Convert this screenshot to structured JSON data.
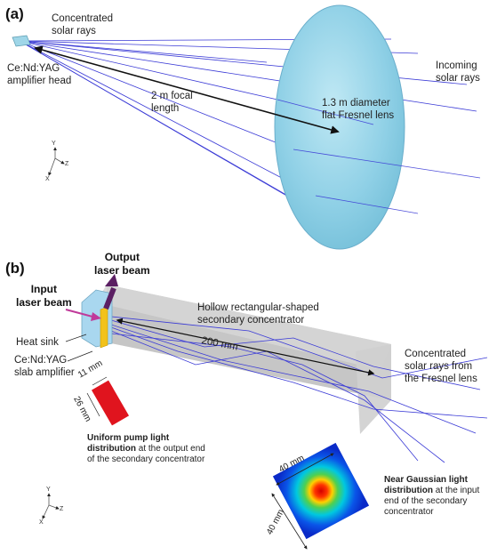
{
  "panel_a": {
    "label": "(a)",
    "concentrated_rays": "Concentrated\nsolar rays",
    "amplifier_head": "Ce:Nd:YAG\namplifier head",
    "focal_length": "2 m focal\nlength",
    "lens": "1.3 m diameter\nflat Fresnel lens",
    "incoming_rays": "Incoming\nsolar rays",
    "axes": {
      "y": "Y",
      "z": "Z",
      "x": "X"
    }
  },
  "panel_b": {
    "label": "(b)",
    "output_beam": "Output\nlaser beam",
    "input_beam": "Input\nlaser beam",
    "secondary_concentrator": "Hollow rectangular-shaped\nsecondary concentrator",
    "heat_sink": "Heat sink",
    "slab_amplifier": "Ce:Nd:YAG\nslab amplifier",
    "length": "200 mm",
    "concentrated_rays": "Concentrated\nsolar rays from\nthe Fresnel lens",
    "dim_width": "11 mm",
    "dim_height": "26 mm",
    "uniform_bold": "Uniform pump light distribution",
    "uniform_rest": " at the output end of the secondary concentrator",
    "gaussian_dim_top": "40 mm",
    "gaussian_dim_side": "40 mm",
    "gaussian_bold": "Near Gaussian light distribution",
    "gaussian_rest": " at the input end of the secondary concentrator",
    "axes": {
      "y": "Y",
      "z": "Z",
      "x": "X"
    }
  },
  "colors": {
    "ray": "#3b3bd6",
    "lens": "#8fd0e6",
    "concentrator": "#b9b9b9",
    "pump": "#e0141e",
    "laser_arrow": "#5b1f63",
    "heat_sink": "#a9d7ef",
    "slab": "#f2c21b"
  }
}
